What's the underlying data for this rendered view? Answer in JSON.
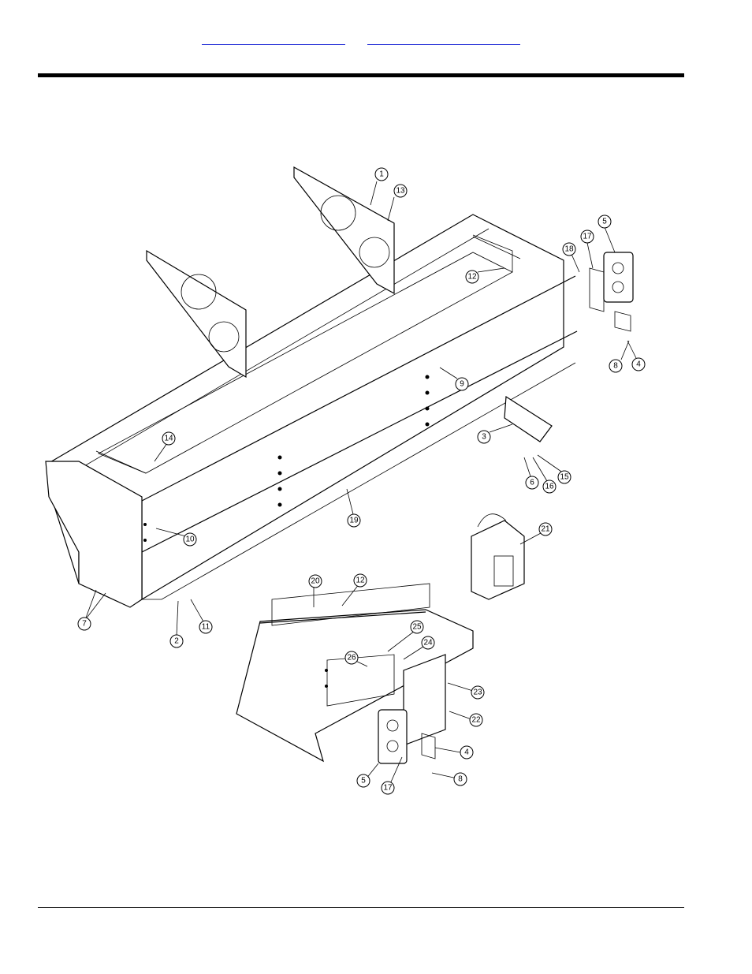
{
  "header": {
    "links": [
      {
        "label": ""
      },
      {
        "label": ""
      }
    ]
  },
  "diagram": {
    "callouts": [
      "1",
      "13",
      "12",
      "18",
      "17",
      "5",
      "8",
      "4",
      "9",
      "3",
      "6",
      "16",
      "15",
      "14",
      "10",
      "19",
      "21",
      "7",
      "2",
      "11",
      "20",
      "12",
      "25",
      "24",
      "26",
      "23",
      "22",
      "4",
      "5",
      "17",
      "8"
    ]
  },
  "colors": {
    "link": "#2a35d8",
    "rule": "#000000",
    "line_art": "#000000"
  }
}
